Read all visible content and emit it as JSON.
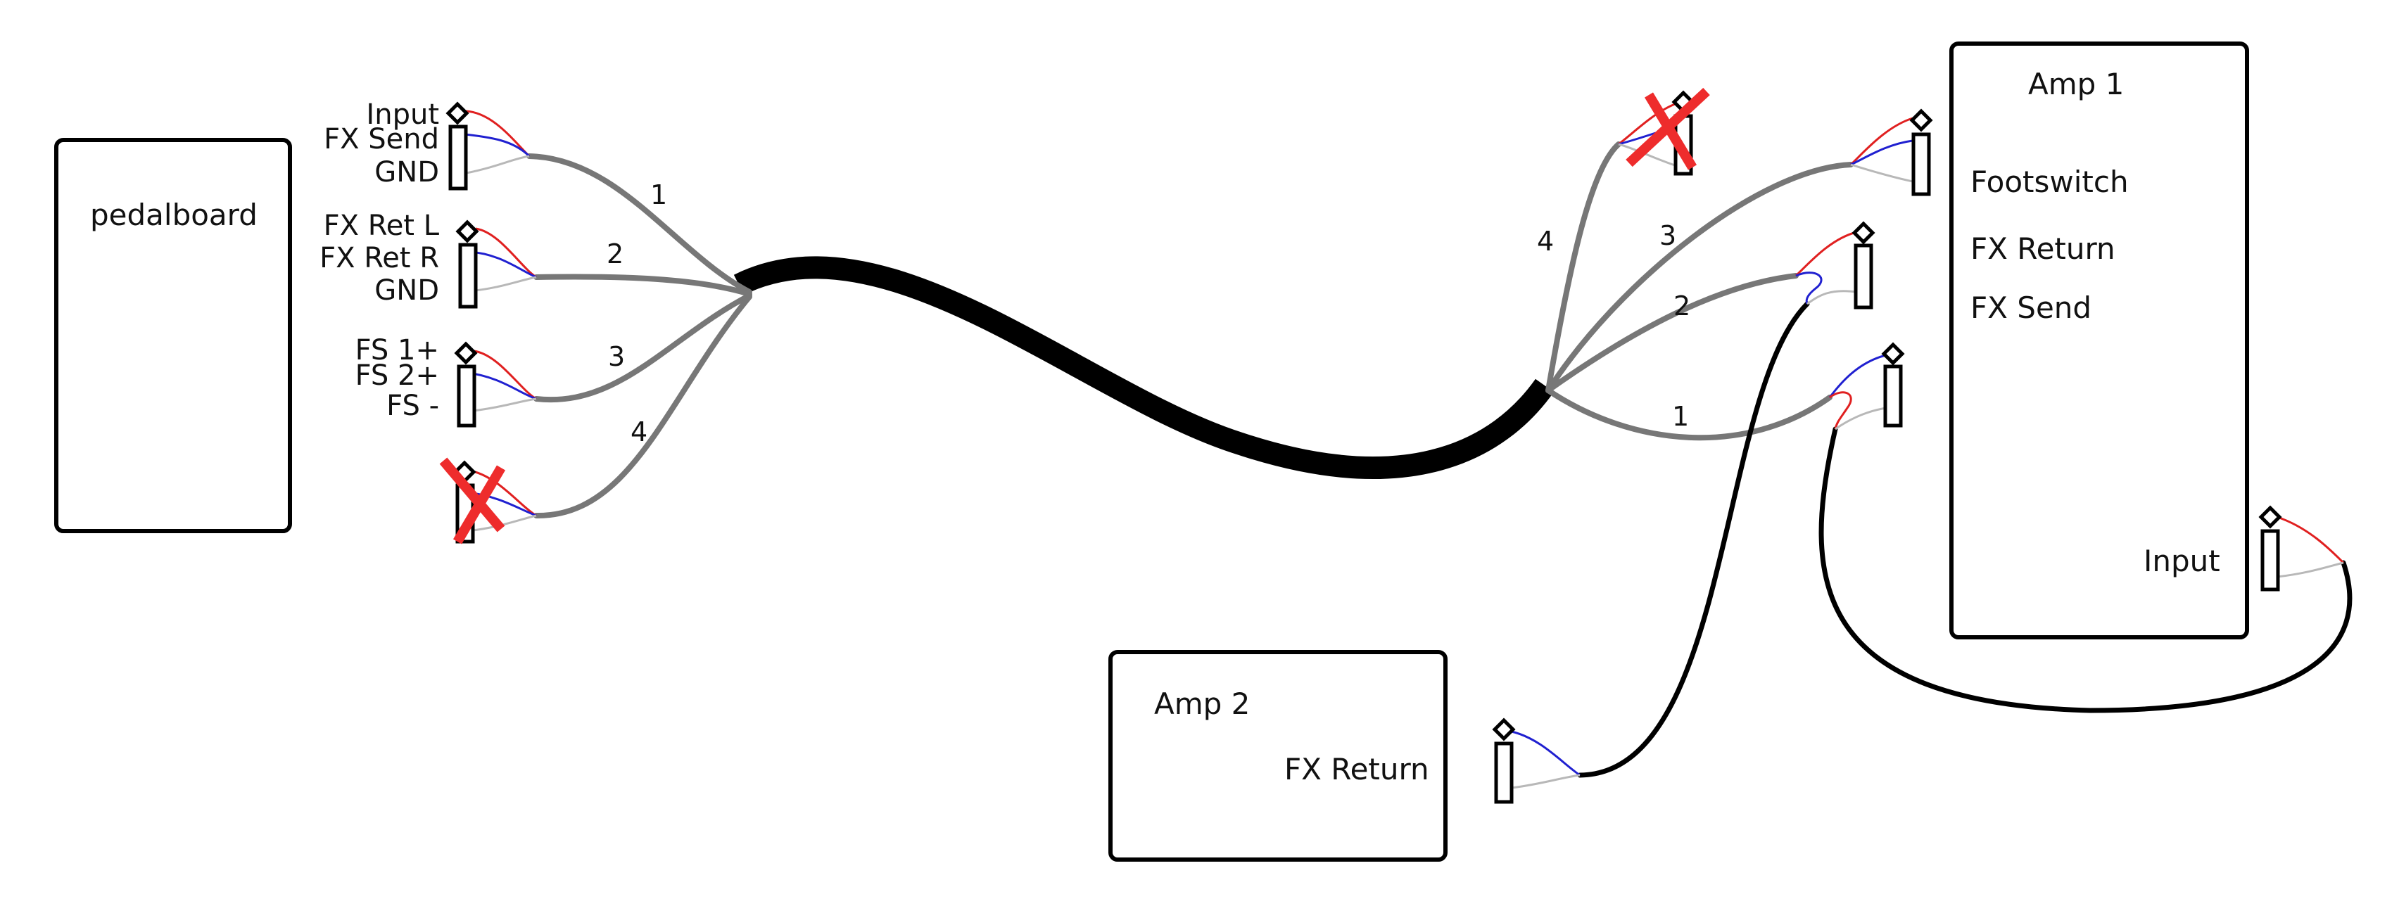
{
  "boxes": {
    "pedalboard": "pedalboard",
    "amp1": "Amp 1",
    "amp2": "Amp 2"
  },
  "amp1_ports": {
    "footswitch": "Footswitch",
    "fx_return": "FX Return",
    "fx_send": "FX Send",
    "input": "Input"
  },
  "amp2_ports": {
    "fx_return": "FX Return"
  },
  "left_jacks": {
    "j1": [
      "Input",
      "FX Send",
      "GND"
    ],
    "j2": [
      "FX Ret L",
      "FX Ret R",
      "GND"
    ],
    "j3": [
      "FS 1+",
      "FS 2+",
      "FS -"
    ]
  },
  "left_cable_numbers": [
    "1",
    "2",
    "3",
    "4"
  ],
  "right_cable_numbers": [
    "4",
    "3",
    "2",
    "1"
  ],
  "colors": {
    "tip_wire": "#e02020",
    "ring_wire": "#2020d0",
    "sleeve_wire": "#b8b8b8",
    "branch_cable": "#777777",
    "trunk_cable": "#000000",
    "unused_mark": "#ee2c2c"
  },
  "unused_marker_icon": "red-x-icon"
}
